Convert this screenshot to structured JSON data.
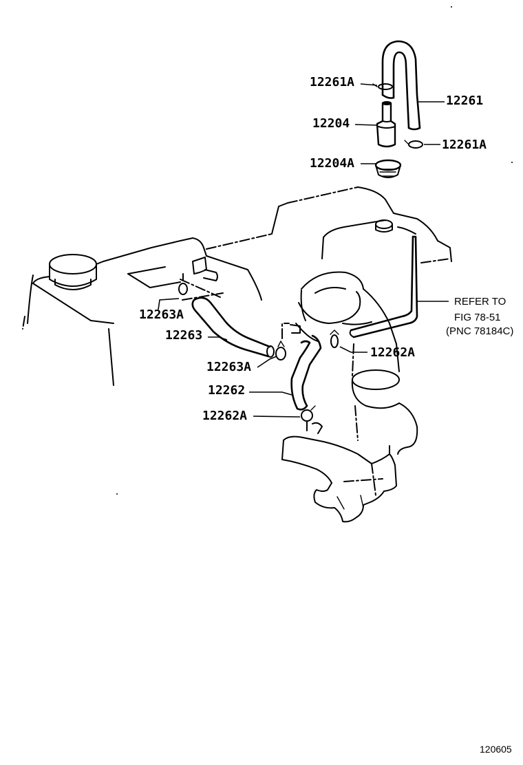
{
  "labels": {
    "p12261A_top": "12261A",
    "p12261": "12261",
    "p12204": "12204",
    "p12261A_right": "12261A",
    "p12204A": "12204A",
    "p12263A_left": "12263A",
    "p12263": "12263",
    "p12263A_lower": "12263A",
    "p12262A_right": "12262A",
    "p12262": "12262",
    "p12262A_lower": "12262A"
  },
  "reference": {
    "line1": "REFER TO",
    "line2": "FIG 78-51",
    "line3": "(PNC 78184C)"
  },
  "figure_number": "120605"
}
